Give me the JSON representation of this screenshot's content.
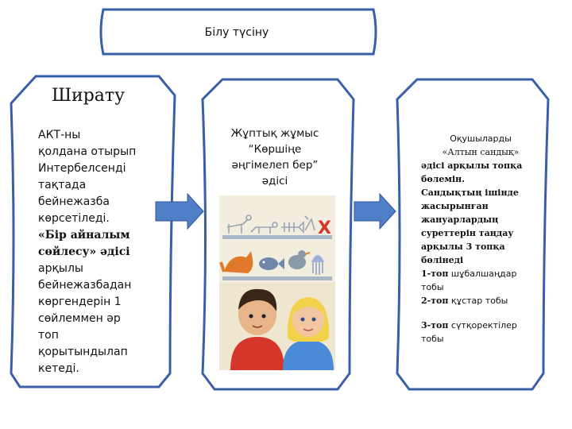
{
  "title": "Білу түсіну",
  "box1": {
    "heading": "Ширату",
    "lines": [
      {
        "text": "АКТ-ны",
        "bold": false
      },
      {
        "text": "қолдана отырып",
        "bold": false
      },
      {
        "text": " Интербелсенді",
        "bold": false
      },
      {
        "text": "тақтада",
        "bold": false
      },
      {
        "text": "бейнежазба",
        "bold": false
      },
      {
        "text": "көрсетіледі.",
        "bold": false
      },
      {
        "text": "«Бір айналым",
        "bold": true
      },
      {
        "text": "сөйлесу» әдісі",
        "bold": true
      },
      {
        "text": "арқылы",
        "bold": false
      },
      {
        "text": "бейнежазбадан",
        "bold": false
      },
      {
        "text": "көргендерін 1",
        "bold": false
      },
      {
        "text": "сөйлеммен әр",
        "bold": false
      },
      {
        "text": "топ",
        "bold": false
      },
      {
        "text": "қорытындылап",
        "bold": false
      },
      {
        "text": "кетеді.",
        "bold": false
      }
    ]
  },
  "box2": {
    "lines": [
      "Жұптық жұмыс",
      "“Көршіңе",
      "әңгімелеп бер”",
      "әдісі"
    ]
  },
  "box3": {
    "line1": "Оқушыларды",
    "line2": "«Алтын сандық»",
    "bold_lines": [
      "әдісі арқылы топқа",
      "бөлемін.",
      "Сандықтың ішінде",
      "жасырынған",
      "жануарлардың",
      "суреттерін таңдау",
      "арқылы 3 топқа",
      "бөлінеді"
    ],
    "group1_label": "1-топ",
    "group1_text": " шұбалшаңдар",
    "group1_tail": "тобы",
    "group2_label": "2-топ",
    "group2_text": " құстар тобы",
    "group3_label": "3-топ",
    "group3_text": " сүтқоректілер",
    "group3_tail": "тобы"
  },
  "colors": {
    "frame": "#3a5fa8",
    "arrow": "#4f7fc7",
    "shelf_bg": "#efe6cf"
  },
  "illustration_mark": "X"
}
